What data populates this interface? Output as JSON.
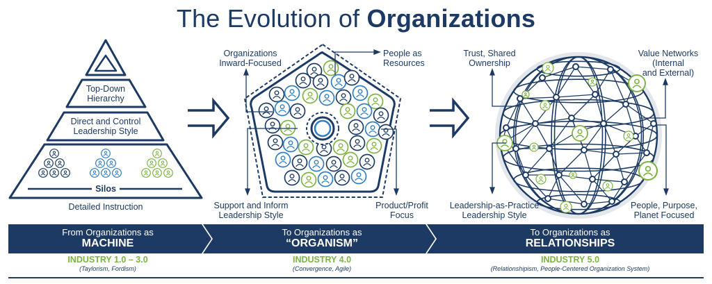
{
  "title": {
    "part1": "The Evolution of ",
    "part2": "Organizations"
  },
  "colors": {
    "navy": "#1c3a63",
    "blue": "#2f7dc2",
    "green": "#7cb342",
    "white": "#ffffff"
  },
  "machine": {
    "top_label": "Top-Down\nHierarchy",
    "mid_label": "Direct and Control\nLeadership Style",
    "silos_label": "Silos",
    "bottom_label": "Detailed Instruction"
  },
  "organism": {
    "inward": "Organizations\nInward-Focused",
    "resources": "People as\nResources",
    "support": "Support and Inform\nLeadership Style",
    "product": "Product/Profit\nFocus"
  },
  "relationships": {
    "trust": "Trust, Shared\nOwnership",
    "value": "Value Networks\n(Internal\nand External)",
    "practice": "Leadership-as-Practice\nLeadership Style",
    "people": "People, Purpose,\nPlanet Focused"
  },
  "bands": [
    {
      "line1": "From Organizations as",
      "line2": "MACHINE",
      "industry": "INDUSTRY 1.0 – 3.0",
      "detail": "(Taylorism, Fordism)"
    },
    {
      "line1": "To Organizations as",
      "line2": "“ORGANISM”",
      "industry": "INDUSTRY 4.0",
      "detail": "(Convergence, Agile)"
    },
    {
      "line1": "To Organizations as",
      "line2": "RELATIONSHIPS",
      "industry": "INDUSTRY 5.0",
      "detail": "(Relationshipism, People-Centered Organization System)"
    }
  ]
}
